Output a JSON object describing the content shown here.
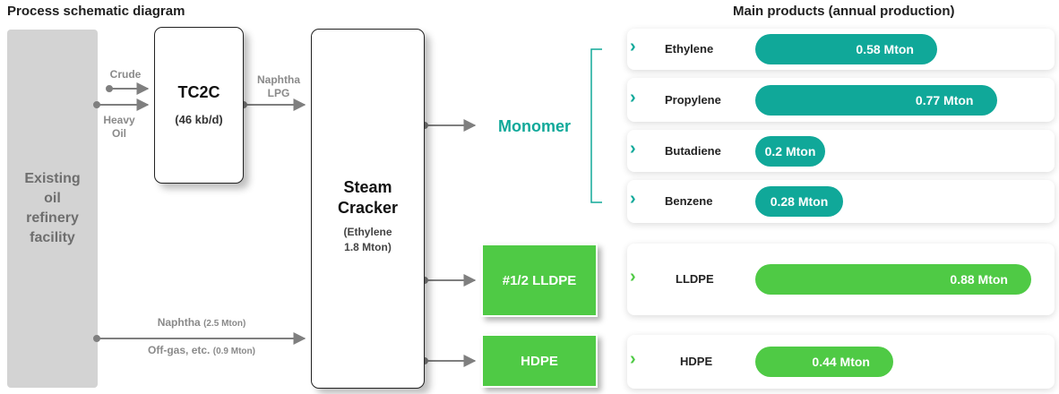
{
  "headings": {
    "left": "Process schematic diagram",
    "right": "Main products (annual production)"
  },
  "refinery": {
    "label": "Existing\noil\nrefinery\nfacility"
  },
  "tc2c": {
    "name": "TC2C",
    "capacity": "(46 kb/d)"
  },
  "steam_cracker": {
    "name": "Steam\nCracker",
    "capacity": "(Ethylene\n 1.8 Mton)"
  },
  "flows": {
    "crude": "Crude",
    "heavy_oil": "Heavy\nOil",
    "naphtha_lpg": "Naphtha\nLPG",
    "naphtha_main": "Naphtha",
    "naphtha_amount": "(2.5 Mton)",
    "offgas_main": "Off-gas, etc.",
    "offgas_amount": "(0.9 Mton)"
  },
  "monomer_label": "Monomer",
  "lldpe_box": "#1/2 LLDPE",
  "hdpe_box": "HDPE",
  "colors": {
    "teal": "#10a899",
    "green": "#4fca45",
    "refinery_gray": "#d3d3d3"
  },
  "products": [
    {
      "name": "Ethylene",
      "value": 0.58,
      "label": "0.58 Mton",
      "color": "teal"
    },
    {
      "name": "Propylene",
      "value": 0.77,
      "label": "0.77 Mton",
      "color": "teal"
    },
    {
      "name": "Butadiene",
      "value": 0.2,
      "label": "0.2 Mton",
      "color": "teal"
    },
    {
      "name": "Benzene",
      "value": 0.28,
      "label": "0.28 Mton",
      "color": "teal"
    },
    {
      "name": "LLDPE",
      "value": 0.88,
      "label": "0.88 Mton",
      "color": "green"
    },
    {
      "name": "HDPE",
      "value": 0.44,
      "label": "0.44 Mton",
      "color": "green"
    }
  ]
}
